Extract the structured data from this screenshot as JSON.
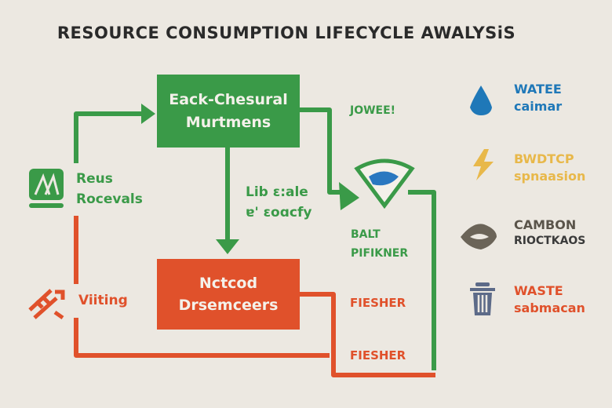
{
  "title": "RESOURCE CONSUMPTION LIFECYCLE AWALYSiS",
  "boxes": {
    "green": [
      "Eack-Chesural",
      "Murtmens"
    ],
    "orange": [
      "Nctcod",
      "Drsemceers"
    ]
  },
  "labels": {
    "left_green": [
      "Reus",
      "Rocevals"
    ],
    "left_orange": "Viiting",
    "jowee": "JOWEE!",
    "mid": [
      "Lib ɛ:ale",
      "ɐ' ɛoɑcfy"
    ],
    "balt": [
      "BALT",
      "PIFIKNER"
    ],
    "fiesher1": "FIESHER",
    "fiesher2": "FIESHER"
  },
  "legend": [
    {
      "icon": "water-drop-icon",
      "lines": [
        "WATEE",
        "caimar"
      ],
      "color": "#1f78b8"
    },
    {
      "icon": "lightning-icon",
      "lines": [
        "BWDTCP",
        "spnaasion"
      ],
      "color": "#e8b84a"
    },
    {
      "icon": "carbon-cloud-icon",
      "lines": [
        "CAMBON",
        "RIOCTKAOS"
      ],
      "color": "#6b6458"
    },
    {
      "icon": "trash-can-icon",
      "lines": [
        "WASTE",
        "sabmacan"
      ],
      "color": "#e0512b"
    }
  ],
  "colors": {
    "green": "#3a9a48",
    "orange": "#e0512b",
    "background": "#ece8e1"
  }
}
